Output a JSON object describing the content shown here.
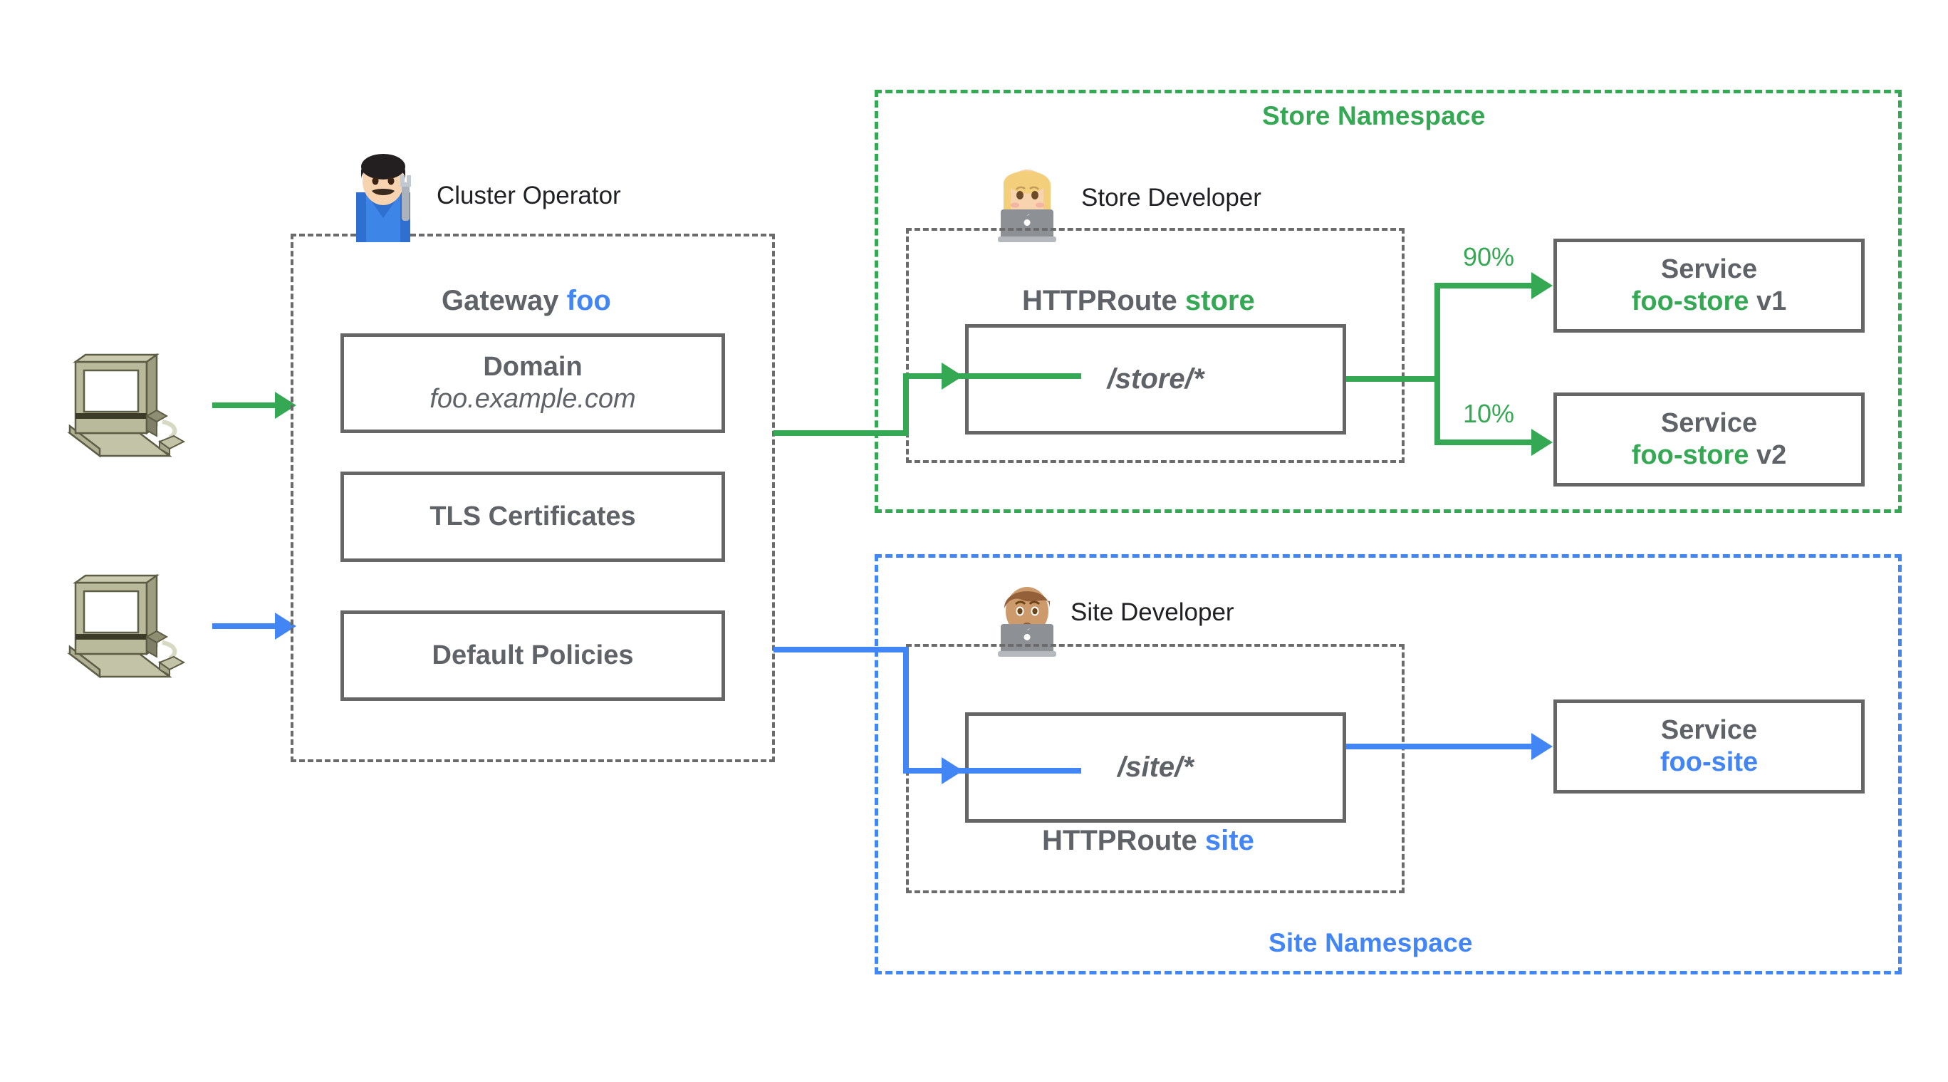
{
  "title": "Kubernetes Gateway API role-oriented design",
  "colors": {
    "green": "#34a853",
    "blue": "#4285f4",
    "grey": "#5f6368",
    "box_border": "#666666",
    "dashed_grey": "#6b6b6b"
  },
  "clients": [
    {
      "name": "client-computer-green",
      "icon": "computer-icon",
      "arrow_color": "#34a853"
    },
    {
      "name": "client-computer-blue",
      "icon": "computer-icon",
      "arrow_color": "#4285f4"
    }
  ],
  "gateway": {
    "persona": {
      "label": "Cluster Operator",
      "icon": "mechanic-avatar-icon"
    },
    "title_prefix": "Gateway",
    "title_name": "foo",
    "resources": [
      {
        "name": "domain",
        "line1": "Domain",
        "line2": "foo.example.com",
        "line2_style": "italic"
      },
      {
        "name": "tls",
        "line1": "TLS Certificates",
        "line2": "",
        "line2_style": "none"
      },
      {
        "name": "policies",
        "line1": "Default Policies",
        "line2": "",
        "line2_style": "none"
      }
    ]
  },
  "namespaces": [
    {
      "id": "store",
      "label": "Store Namespace",
      "color": "#34a853",
      "persona": {
        "label": "Store Developer",
        "icon": "woman-laptop-avatar-icon"
      },
      "route": {
        "title_prefix": "HTTPRoute",
        "title_name": "store",
        "title_position": "above",
        "match": "/store/*"
      },
      "backends": [
        {
          "weight": "90%",
          "line1": "Service",
          "name": "foo-store",
          "version": "v1"
        },
        {
          "weight": "10%",
          "line1": "Service",
          "name": "foo-store",
          "version": "v2"
        }
      ]
    },
    {
      "id": "site",
      "label": "Site Namespace",
      "color": "#4285f4",
      "persona": {
        "label": "Site Developer",
        "icon": "man-laptop-avatar-icon"
      },
      "route": {
        "title_prefix": "HTTPRoute",
        "title_name": "site",
        "title_position": "below",
        "match": "/site/*"
      },
      "backends": [
        {
          "weight": "",
          "line1": "Service",
          "name": "foo-site",
          "version": ""
        }
      ]
    }
  ]
}
